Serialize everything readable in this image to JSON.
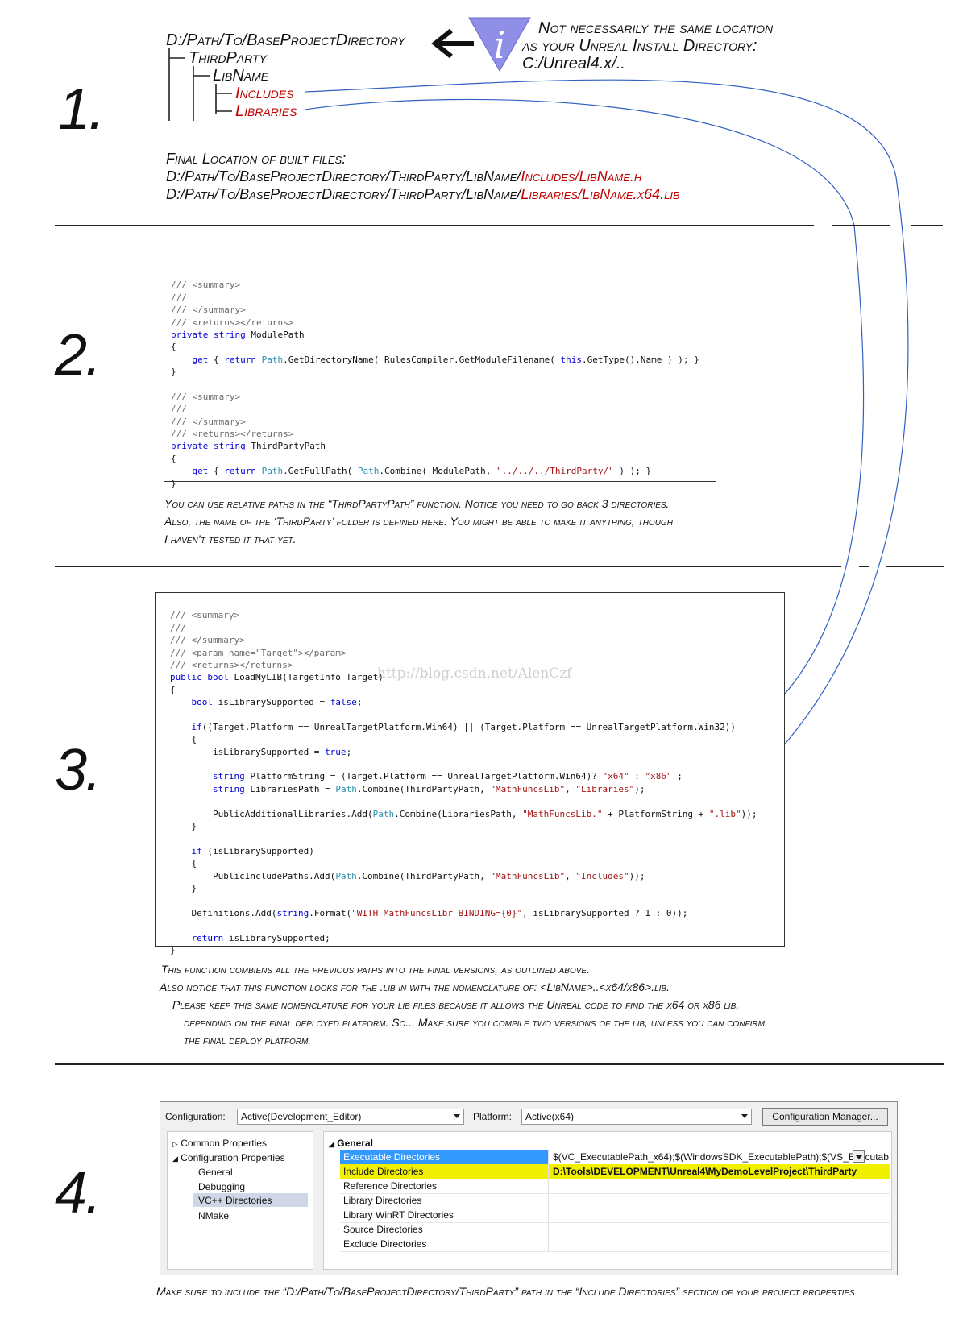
{
  "step_numbers": [
    "1.",
    "2.",
    "3.",
    "4."
  ],
  "step1": {
    "tree": {
      "root": "D:/Path/To/BaseProjectDirectory",
      "third_party": "ThirdParty",
      "lib_name": "LibName",
      "includes": "Includes",
      "libraries": "Libraries"
    },
    "info_note": [
      "Not necessarily the same location",
      "as your Unreal Install Directory:",
      "C:/Unreal4.x/.."
    ],
    "final_location": {
      "heading": "Final Location of built files:",
      "line1_prefix": "D:/Path/To/BaseProjectDirectory/ThirdParty/LibName/",
      "line1_red": "Includes/LibName.h",
      "line2_prefix": "D:/Path/To/BaseProjectDirectory/ThirdParty/LibName/",
      "line2_red": "Libraries/LibName.x64.lib"
    }
  },
  "step2": {
    "caption": [
      "You can use relative paths in the “ThirdPartyPath” function. Notice you need to go back 3 directories.",
      "Also, the name of the ‘ThirdParty’ folder is defined here. You might be able to make it anything, though",
      "I haven’t tested it that yet."
    ]
  },
  "step3": {
    "watermark": "http://blog.csdn.net/AlenCzf",
    "caption": [
      "This function combiens all the previous paths into the final versions, as outlined above.",
      "Also notice that this function  looks for the .lib in with the nomenclature of: <LibName>..<x64/x86>.lib.",
      "Please keep this same nomenclature for your lib files because it allows the Unreal code to find the x64 or x86 lib,",
      "depending on the final deployed platform. So... Make sure you compile two versions of the lib, unless you can confirm",
      "the final deploy platform."
    ]
  },
  "step4": {
    "configuration_label": "Configuration:",
    "configuration_value": "Active(Development_Editor)",
    "platform_label": "Platform:",
    "platform_value": "Active(x64)",
    "config_manager_button": "Configuration Manager...",
    "tree": {
      "common": "Common Properties",
      "config": "Configuration Properties",
      "general": "General",
      "debugging": "Debugging",
      "vcpp": "VC++ Directories",
      "nmake": "NMake"
    },
    "grid_header": "General",
    "rows": [
      {
        "name": "Executable Directories",
        "value": "$(VC_ExecutablePath_x64);$(WindowsSDK_ExecutablePath);$(VS_Executab"
      },
      {
        "name": "Include Directories",
        "value": "D:\\Tools\\DEVELOPMENT\\Unreal4\\MyDemoLevelProject\\ThirdParty"
      },
      {
        "name": "Reference Directories",
        "value": ""
      },
      {
        "name": "Library Directories",
        "value": ""
      },
      {
        "name": "Library WinRT Directories",
        "value": ""
      },
      {
        "name": "Source Directories",
        "value": ""
      },
      {
        "name": "Exclude Directories",
        "value": ""
      }
    ],
    "caption": "Make sure to include the “D:/Path/To/BaseProjectDirectory/ThirdParty” path in the “Include Directories” section of your project properties"
  },
  "colors": {
    "accent_red": "#c00000",
    "selection_blue": "#3399ff",
    "highlight_yellow": "#f0f000",
    "info_icon": "#8f8fe8",
    "connector_blue": "#3060c0"
  }
}
